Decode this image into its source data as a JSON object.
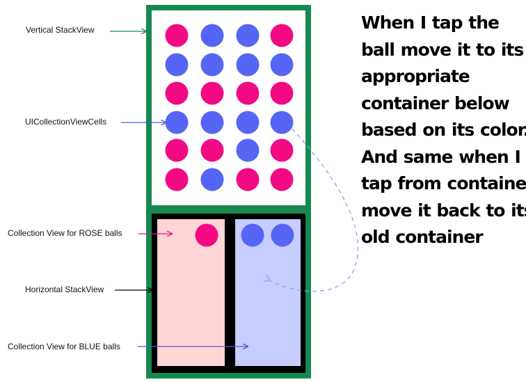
{
  "labels": {
    "vertical_stack": "Vertical StackView",
    "cells": "UICollectionViewCells",
    "rose_collection": "Collection View for ROSE balls",
    "horizontal_stack": "Horizontal StackView",
    "blue_collection": "Collection View for BLUE balls"
  },
  "note_lines": [
    "When I tap the",
    "ball move it to its",
    "appropriate",
    "container below",
    "based on its color.",
    "And same when I",
    "tap from container",
    "move it back to its",
    "old container"
  ],
  "grid": [
    [
      "rose",
      "blue",
      "blue",
      "rose"
    ],
    [
      "blue",
      "blue",
      "blue",
      "blue"
    ],
    [
      "rose",
      "rose",
      "rose",
      "rose"
    ],
    [
      "blue",
      "blue",
      "blue",
      "blue"
    ],
    [
      "rose",
      "rose",
      "blue",
      "rose"
    ],
    [
      "rose",
      "blue",
      "rose",
      "rose"
    ]
  ],
  "rose_container_balls": [
    "rose"
  ],
  "blue_container_balls": [
    "blue",
    "blue"
  ],
  "colors": {
    "rose": "#f20a85",
    "blue": "#5566f5",
    "stack_border": "#17894f",
    "rose_container_fill": "#ffd5d5",
    "blue_container_fill": "#c7cdff",
    "horizontal_stack_fill": "#000000",
    "arrow_green": "#17894f",
    "arrow_blue": "#4a5ccf",
    "arrow_rose": "#f20a85",
    "arrow_black": "#000000",
    "dashed_curve": "#8fa0f0"
  }
}
